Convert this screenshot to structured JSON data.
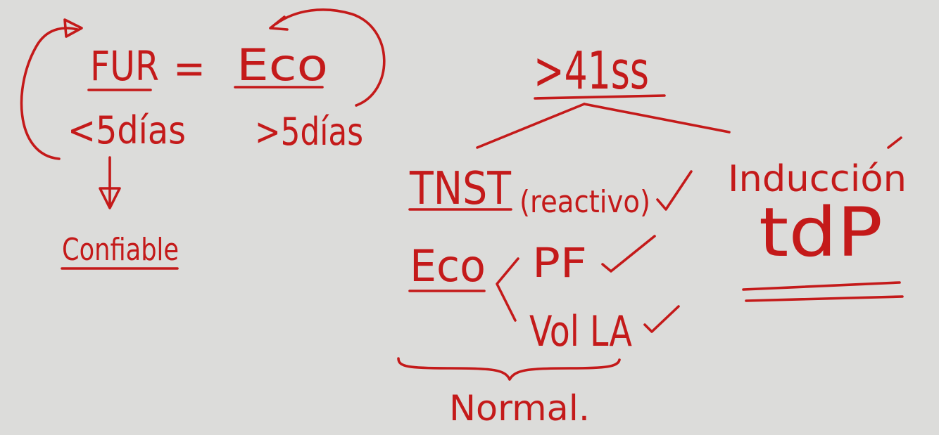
{
  "ink_color": "#c41a1a",
  "background_color": "#dcdcda",
  "left_note": {
    "fur": "FUR",
    "equals": "=",
    "eco": "Eco",
    "less_days": "<5días",
    "more_days": ">5días",
    "result": "Confiable"
  },
  "right_note": {
    "header": ">41ss",
    "tnst": "TNST",
    "reactivo": "(reactivo)",
    "eco": "Eco",
    "pf": "PF",
    "vol_la": "Vol LA",
    "normal": "Normal.",
    "induccion": "Inducción",
    "tdp": "tdP",
    "check_icon": "check-mark"
  }
}
